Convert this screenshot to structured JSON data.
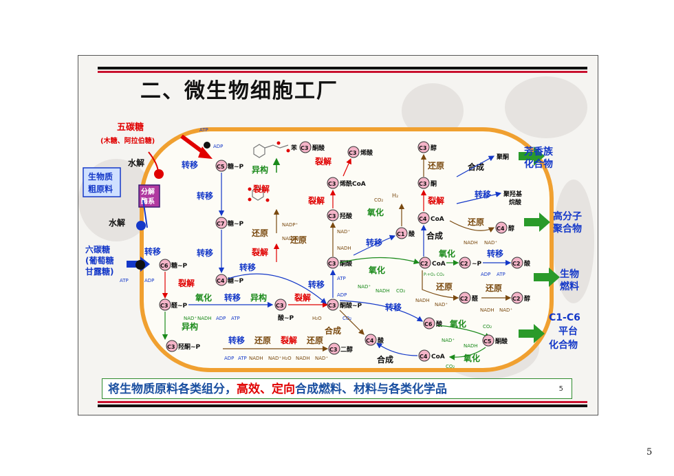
{
  "title": "二、微生物细胞工厂",
  "page_number": "5",
  "slide_page_number": "5",
  "bottom_banner": {
    "part1": "将生物质原料各类组分，",
    "part2": "高效、定向",
    "part3": "合成燃料、材料与各类化学品"
  },
  "left": {
    "pentose_title": "五碳糖",
    "pentose_sub": "(木糖、阿拉伯糖)",
    "biomass": [
      "生物质",
      "粗原料"
    ],
    "enzyme": [
      "分解",
      "酶系"
    ],
    "hydrolysis_1": "水解",
    "hydrolysis_2": "水解",
    "hexose": [
      "六碳糖",
      "(葡萄糖",
      "甘露糖)"
    ]
  },
  "right": {
    "aromatic": [
      "芳香族",
      "化合物"
    ],
    "polymer": [
      "高分子",
      "聚合物"
    ],
    "biofuel": [
      "生物",
      "燃料"
    ],
    "platform": [
      "C1-C6",
      "平台",
      "化合物"
    ]
  },
  "nodes": {
    "c5": "C5",
    "c7": "C7",
    "c6": "C6",
    "c4": "C4",
    "c3a": "C3",
    "c3b": "C3",
    "c3c": "C3",
    "c3d": "C3",
    "c3_ketoacid": "C3",
    "c3_enoic": "C3",
    "c3_enoyl": "C3",
    "c3_hydroxy": "C3",
    "c3_pyruvate": "C3",
    "c3_diol": "C3",
    "c3_alcohol": "C3",
    "c3_ketone": "C3",
    "c4_coa": "C4",
    "c4_alcohol": "C4",
    "c1": "C1",
    "c2_coa": "C2",
    "c2p": "C2",
    "c2_acid": "C2",
    "c2_aldehyde": "C2",
    "c2_alcohol": "C2",
    "c4_acid": "C4",
    "c4_coa2": "C4",
    "c6_acid": "C6",
    "c5_ketoacid": "C5",
    "c3_acid_p": "C3"
  },
  "labels": {
    "c5": "糖~P",
    "c7": "糖~P",
    "c6": "糖~P",
    "c4": "糖~P",
    "c3a": "醛~P",
    "c3d": "羟酮~P",
    "c3_acid_p": "酸~P",
    "benzene": "苯",
    "c3_ketoacid": "酮酸",
    "c3_enoic": "烯酸",
    "c3_enoyl": "烯酰CoA",
    "c3_hydroxy": "羟酸",
    "c3_pyruvate": "酮酸",
    "c3_pep": "酮酸~P",
    "c3_diol": "二醇",
    "c3_alcohol": "醇",
    "c3_ketone": "酮",
    "c4_coa": "CoA",
    "c4_alcohol": "醇",
    "c1": "酸",
    "c2_coa": "CoA",
    "c2p": "~P",
    "c2_acid": "酸",
    "c2_aldehyde": "醛",
    "c2_alcohol": "醇",
    "c4_acid": "酸",
    "c4_coa2": "CoA",
    "c6_acid": "酸",
    "c5_ketoacid": "酮酸",
    "polyketone": "聚酮",
    "polyhydroxy": [
      "聚羟基",
      "烷酸"
    ]
  },
  "ops": {
    "transfer": "转移",
    "isomer": "异构",
    "cleave": "裂解",
    "reduce": "还原",
    "oxidize": "氧化",
    "synth": "合成"
  },
  "cofactors": {
    "atp": "ATP",
    "adp": "ADP",
    "nad": "NAD⁺",
    "nadh": "NADH",
    "nadp": "NADP⁺",
    "nadph": "NADPH",
    "co2": "CO₂",
    "h2": "H₂",
    "h2o": "H₂O",
    "pico2": "Pᵢ+O₂ CO₂"
  },
  "colors": {
    "red": "#e00000",
    "blue": "#1438c8",
    "brown": "#7a4a10",
    "green": "#1b8a1b",
    "node_fill": "#f4b4c8",
    "cell_wall": "#f0a030",
    "arrow_green": "#2a9a2a"
  }
}
